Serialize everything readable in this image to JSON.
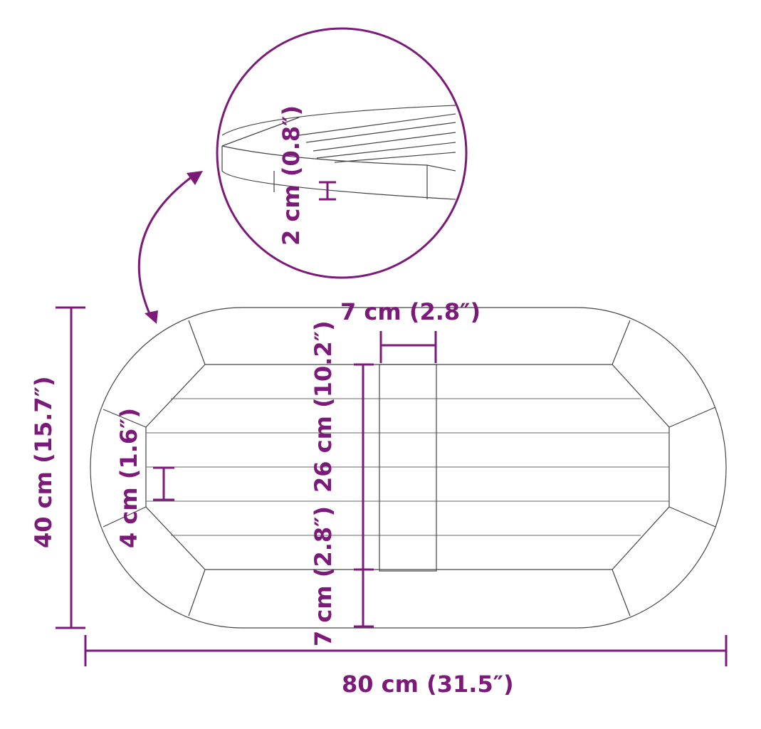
{
  "labels": {
    "thickness": "2 cm (0.8″)",
    "center_width": "7 cm (2.8″)",
    "inner_height": "26 cm (10.2″)",
    "border_bottom": "7 cm (2.8″)",
    "slat_width": "4 cm (1.6″)",
    "total_height": "40 cm (15.7″)",
    "total_length": "80 cm (31.5″)"
  },
  "colors": {
    "accent": "#7b1a79",
    "line": "#444444"
  }
}
